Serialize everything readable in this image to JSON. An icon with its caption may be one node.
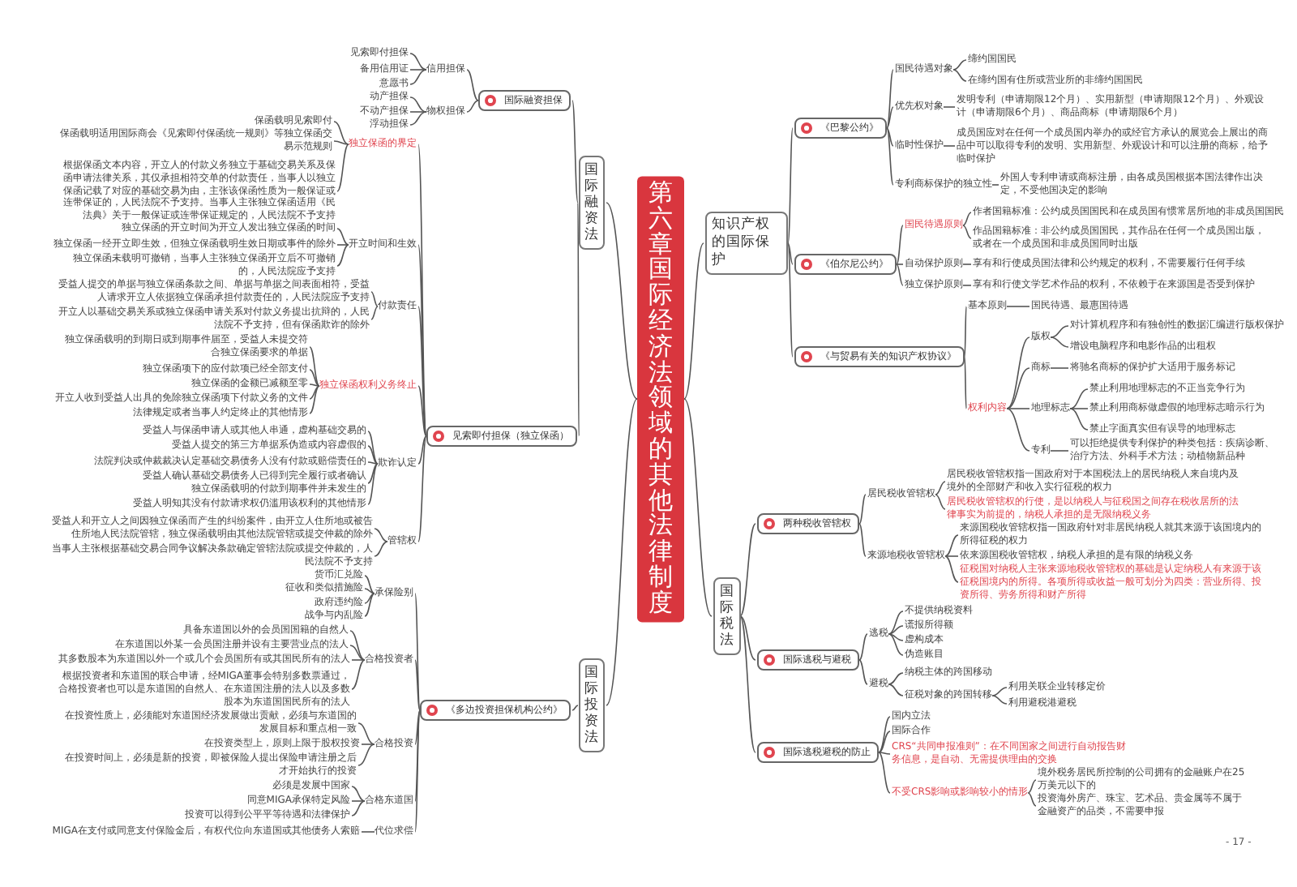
{
  "diagram": {
    "nodes": [
      {
        "text": [
          "第六章国际经济法领域的其他法律制度"
        ]
      },
      {
        "text": [
          "国际融资法"
        ]
      },
      {
        "text": [
          "国际融资担保"
        ]
      },
      {
        "text": [
          "信用担保"
        ]
      },
      {
        "text": [
          "见索即付担保"
        ]
      },
      {
        "text": [
          "备用信用证"
        ]
      },
      {
        "text": [
          "意愿书"
        ]
      },
      {
        "text": [
          "物权担保"
        ]
      },
      {
        "text": [
          "动产担保"
        ]
      },
      {
        "text": [
          "不动产担保"
        ]
      },
      {
        "text": [
          "浮动担保"
        ]
      },
      {
        "text": [
          "见索即付担保（独立保函）"
        ]
      },
      {
        "text": [
          "独立保函的界定"
        ]
      },
      {
        "text": [
          "保函载明见索即付"
        ]
      },
      {
        "text": [
          "保函载明适用国际商会《见索即付保函统一规则》等独立保函交易示范规则"
        ]
      },
      {
        "text": [
          "根据保函文本内容，开立人的付款义务独立于基础交易关系及保函申请法律关系，其仅承担相符交单的付款责任，当事人以独立保函记载了对应的基础交易为由，主张该保函性质为一般保证或连带保证的，人民法院不予支持。当事人主张独立保函适用《民法典》关于一般保证或连带保证规定的，人民法院不予支持"
        ]
      },
      {
        "text": [
          "开立时间和生效"
        ]
      },
      {
        "text": [
          "独立保函的开立时间为开立人发出独立保函的时间"
        ]
      },
      {
        "text": [
          "独立保函一经开立即生效，但独立保函载明生效日期或事件的除外"
        ]
      },
      {
        "text": [
          "独立保函未载明可撤销，当事人主张独立保函开立后不可撤销的，人民法院应予支持"
        ]
      },
      {
        "text": [
          "付款责任"
        ]
      },
      {
        "text": [
          "受益人提交的单据与独立保函条款之间、单据与单据之间表面相符，受益人请求开立人依据独立保函承担付款责任的，人民法院应予支持"
        ]
      },
      {
        "text": [
          "开立人以基础交易关系或独立保函申请关系对付款义务提出抗辩的，人民法院不予支持，但有保函欺诈的除外"
        ]
      },
      {
        "text": [
          "独立保函权利义务终止"
        ]
      },
      {
        "text": [
          "独立保函载明的到期日或到期事件届至，受益人未提交符合独立保函要求的单据"
        ]
      },
      {
        "text": [
          "独立保函项下的应付款项已经全部支付"
        ]
      },
      {
        "text": [
          "独立保函的金额已减额至零"
        ]
      },
      {
        "text": [
          "开立人收到受益人出具的免除独立保函项下付款义务的文件"
        ]
      },
      {
        "text": [
          "法律规定或者当事人约定终止的其他情形"
        ]
      },
      {
        "text": [
          "欺诈认定"
        ]
      },
      {
        "text": [
          "受益人与保函申请人或其他人串通，虚构基础交易的"
        ]
      },
      {
        "text": [
          "受益人提交的第三方单据系伪造或内容虚假的"
        ]
      },
      {
        "text": [
          "法院判决或仲裁裁决认定基础交易债务人没有付款或赔偿责任的"
        ]
      },
      {
        "text": [
          "受益人确认基础交易债务人已得到完全履行或者确认独立保函载明的付款到期事件并未发生的"
        ]
      },
      {
        "text": [
          "受益人明知其没有付款请求权仍滥用该权利的其他情形"
        ]
      },
      {
        "text": [
          "管辖权"
        ]
      },
      {
        "text": [
          "受益人和开立人之间因独立保函而产生的纠纷案件，由开立人住所地或被告住所地人民法院管辖，独立保函载明由其他法院管辖或提交仲裁的除外"
        ]
      },
      {
        "text": [
          "当事人主张根据基础交易合同争议解决条款确定管辖法院或提交仲裁的，人民法院不予支持"
        ]
      },
      {
        "text": [
          "国际投资法"
        ]
      },
      {
        "text": [
          "《多边投资担保机构公约》"
        ]
      },
      {
        "text": [
          "承保险别"
        ]
      },
      {
        "text": [
          "货币汇兑险"
        ]
      },
      {
        "text": [
          "征收和类似措施险"
        ]
      },
      {
        "text": [
          "政府违约险"
        ]
      },
      {
        "text": [
          "战争与内乱险"
        ]
      },
      {
        "text": [
          "合格投资者"
        ]
      },
      {
        "text": [
          "具备东道国以外的会员国国籍的自然人"
        ]
      },
      {
        "text": [
          "在东道国以外某一会员国注册并设有主要营业点的法人"
        ]
      },
      {
        "text": [
          "其多数股本为东道国以外一个或几个会员国所有或其国民所有的法人"
        ]
      },
      {
        "text": [
          "根据投资者和东道国的联合申请，经MIGA董事会特别多数票通过，合格投资者也可以是东道国的自然人、在东道国注册的法人以及多数股本为东道国国民所有的法人"
        ]
      },
      {
        "text": [
          "合格投资"
        ]
      },
      {
        "text": [
          "在投资性质上，必须能对东道国经济发展做出贡献，必须与东道国的发展目标和重点相一致"
        ]
      },
      {
        "text": [
          "在投资类型上，原则上限于股权投资"
        ]
      },
      {
        "text": [
          "在投资时间上，必须是新的投资，即被保险人提出保险申请注册之后才开始执行的投资"
        ]
      },
      {
        "text": [
          "合格东道国"
        ]
      },
      {
        "text": [
          "必须是发展中国家"
        ]
      },
      {
        "text": [
          "同意MIGA承保特定风险"
        ]
      },
      {
        "text": [
          "投资可以得到公平平等待遇和法律保护"
        ]
      },
      {
        "text": [
          "代位求偿"
        ]
      },
      {
        "text": [
          "MIGA在支付或同意支付保险金后，有权代位向东道国或其他债务人索赔"
        ]
      },
      {
        "text": [
          "知识产权的国际保护"
        ]
      },
      {
        "text": [
          "《巴黎公约》"
        ]
      },
      {
        "text": [
          "国民待遇对象"
        ]
      },
      {
        "text": [
          "缔约国国民"
        ]
      },
      {
        "text": [
          "在缔约国有住所或营业所的非缔约国国民"
        ]
      },
      {
        "text": [
          "优先权对象"
        ]
      },
      {
        "text": [
          "发明专利（申请期限12个月）、实用新型（申请期限12个月）、外观设计（申请期限6个月）、商品商标（申请期限6个月）"
        ]
      },
      {
        "text": [
          "临时性保护"
        ]
      },
      {
        "text": [
          "成员国应对在任何一个成员国内举办的或经官方承认的展览会上展出的商品中可以取得专利的发明、实用新型、外观设计和可以注册的商标，给予临时保护"
        ]
      },
      {
        "text": [
          "专利商标保护的独立性"
        ]
      },
      {
        "text": [
          "外国人专利申请或商标注册，由各成员国根据本国法律作出决定，不受他国决定的影响"
        ]
      },
      {
        "text": [
          "《伯尔尼公约》"
        ]
      },
      {
        "text": [
          "国民待遇原则"
        ]
      },
      {
        "text": [
          "作者国籍标准：公约成员国国民和在成员国有惯常居所地的非成员国国民"
        ]
      },
      {
        "text": [
          "作品国籍标准：非公约成员国国民，其作品在任何一个成员国出版，或者在一个成员国和非成员国同时出版"
        ]
      },
      {
        "text": [
          "自动保护原则"
        ]
      },
      {
        "text": [
          "享有和行使成员国法律和公约规定的权利，不需要履行任何手续"
        ]
      },
      {
        "text": [
          "独立保护原则"
        ]
      },
      {
        "text": [
          "享有和行使文学艺术作品的权利，不依赖于在来源国是否受到保护"
        ]
      },
      {
        "text": [
          "《与贸易有关的知识产权协议》"
        ]
      },
      {
        "text": [
          "基本原则"
        ]
      },
      {
        "text": [
          "国民待遇、最惠国待遇"
        ]
      },
      {
        "text": [
          "权利内容"
        ]
      },
      {
        "text": [
          "版权"
        ]
      },
      {
        "text": [
          "对计算机程序和有独创性的数据汇编进行版权保护"
        ]
      },
      {
        "text": [
          "增设电脑程序和电影作品的出租权"
        ]
      },
      {
        "text": [
          "商标"
        ]
      },
      {
        "text": [
          "将驰名商标的保护扩大适用于服务标记"
        ]
      },
      {
        "text": [
          "地理标志"
        ]
      },
      {
        "text": [
          "禁止利用地理标志的不正当竞争行为"
        ]
      },
      {
        "text": [
          "禁止利用商标做虚假的地理标志暗示行为"
        ]
      },
      {
        "text": [
          "禁止字面真实但有误导的地理标志"
        ]
      },
      {
        "text": [
          "专利"
        ]
      },
      {
        "text": [
          "可以拒绝提供专利保护的种类包括：疾病诊断、治疗方法、外科手术方法；动植物新品种"
        ]
      },
      {
        "text": [
          "国际税法"
        ]
      },
      {
        "text": [
          "两种税收管辖权"
        ]
      },
      {
        "text": [
          "居民税收管辖权"
        ]
      },
      {
        "text": [
          "居民税收管辖权指一国政府对于本国税法上的居民纳税人来自境内及境外的全部财产和收入实行征税的权力"
        ]
      },
      {
        "text": [
          "居民税收管辖权的行使，是以纳税人与征税国之间存在税收居所的法律事实为前提的，纳税人承担的是无限纳税义务"
        ]
      },
      {
        "text": [
          "来源地税收管辖权"
        ]
      },
      {
        "text": [
          "来源国税收管辖权指一国政府针对非居民纳税人就其来源于该国境内的所得征税的权力"
        ]
      },
      {
        "text": [
          "依来源国税收管辖权，纳税人承担的是有限的纳税义务"
        ]
      },
      {
        "text": [
          "征税国对纳税人主张来源地税收管辖权的基础是认定纳税人有来源于该征税国境内的所得。各项所得或收益一般可划分为四类：营业所得、投资所得、劳务所得和财产所得"
        ]
      },
      {
        "text": [
          "国际逃税与避税"
        ]
      },
      {
        "text": [
          "逃税"
        ]
      },
      {
        "text": [
          "不提供纳税资料"
        ]
      },
      {
        "text": [
          "谎报所得额"
        ]
      },
      {
        "text": [
          "虚构成本"
        ]
      },
      {
        "text": [
          "伪造账目"
        ]
      },
      {
        "text": [
          "避税"
        ]
      },
      {
        "text": [
          "纳税主体的跨国移动"
        ]
      },
      {
        "text": [
          "征税对象的跨国转移"
        ]
      },
      {
        "text": [
          "利用关联企业转移定价"
        ]
      },
      {
        "text": [
          "利用避税港避税"
        ]
      },
      {
        "text": [
          "国际逃税避税的防止"
        ]
      },
      {
        "text": [
          "国内立法"
        ]
      },
      {
        "text": [
          "国际合作"
        ]
      },
      {
        "text": [
          "CRS“共同申报准则”：在不同国家之间进行自动报告财务信息，是自动、无需提供理由的交换"
        ]
      },
      {
        "text": [
          "不受CRS影响或影响较小的情形"
        ]
      },
      {
        "text": [
          "境外税务居民所控制的公司拥有的金融账户在25万美元以下的"
        ]
      },
      {
        "text": [
          "投资海外房产、珠宝、艺术品、贵金属等不属于金融资产的品类，不需要申报"
        ]
      }
    ],
    "edges": [
      {
        "from": 0,
        "to": 1,
        "arrow": "none"
      },
      {
        "from": 1,
        "to": 2,
        "arrow": "none"
      },
      {
        "from": 2,
        "to": 3,
        "arrow": "none"
      },
      {
        "from": 3,
        "to": 4,
        "arrow": "none"
      },
      {
        "from": 3,
        "to": 5,
        "arrow": "none"
      },
      {
        "from": 3,
        "to": 6,
        "arrow": "none"
      },
      {
        "from": 2,
        "to": 7,
        "arrow": "none"
      },
      {
        "from": 7,
        "to": 8,
        "arrow": "none"
      },
      {
        "from": 7,
        "to": 9,
        "arrow": "none"
      },
      {
        "from": 7,
        "to": 10,
        "arrow": "none"
      },
      {
        "from": 1,
        "to": 11,
        "arrow": "none"
      },
      {
        "from": 11,
        "to": 12,
        "arrow": "none"
      },
      {
        "from": 12,
        "to": 13,
        "arrow": "none"
      },
      {
        "from": 12,
        "to": 14,
        "arrow": "none"
      },
      {
        "from": 12,
        "to": 15,
        "arrow": "none"
      },
      {
        "from": 11,
        "to": 16,
        "arrow": "none"
      },
      {
        "from": 16,
        "to": 17,
        "arrow": "none"
      },
      {
        "from": 16,
        "to": 18,
        "arrow": "none"
      },
      {
        "from": 16,
        "to": 19,
        "arrow": "none"
      },
      {
        "from": 11,
        "to": 20,
        "arrow": "none"
      },
      {
        "from": 20,
        "to": 21,
        "arrow": "none"
      },
      {
        "from": 20,
        "to": 22,
        "arrow": "none"
      },
      {
        "from": 11,
        "to": 23,
        "arrow": "none"
      },
      {
        "from": 23,
        "to": 24,
        "arrow": "none"
      },
      {
        "from": 23,
        "to": 25,
        "arrow": "none"
      },
      {
        "from": 23,
        "to": 26,
        "arrow": "none"
      },
      {
        "from": 23,
        "to": 27,
        "arrow": "none"
      },
      {
        "from": 23,
        "to": 28,
        "arrow": "none"
      },
      {
        "from": 11,
        "to": 29,
        "arrow": "none"
      },
      {
        "from": 29,
        "to": 30,
        "arrow": "none"
      },
      {
        "from": 29,
        "to": 31,
        "arrow": "none"
      },
      {
        "from": 29,
        "to": 32,
        "arrow": "none"
      },
      {
        "from": 29,
        "to": 33,
        "arrow": "none"
      },
      {
        "from": 29,
        "to": 34,
        "arrow": "none"
      },
      {
        "from": 11,
        "to": 35,
        "arrow": "none"
      },
      {
        "from": 35,
        "to": 36,
        "arrow": "none"
      },
      {
        "from": 35,
        "to": 37,
        "arrow": "none"
      },
      {
        "from": 0,
        "to": 38,
        "arrow": "none"
      },
      {
        "from": 38,
        "to": 39,
        "arrow": "none"
      },
      {
        "from": 39,
        "to": 40,
        "arrow": "none"
      },
      {
        "from": 40,
        "to": 41,
        "arrow": "none"
      },
      {
        "from": 40,
        "to": 42,
        "arrow": "none"
      },
      {
        "from": 40,
        "to": 43,
        "arrow": "none"
      },
      {
        "from": 40,
        "to": 44,
        "arrow": "none"
      },
      {
        "from": 39,
        "to": 45,
        "arrow": "none"
      },
      {
        "from": 45,
        "to": 46,
        "arrow": "none"
      },
      {
        "from": 45,
        "to": 47,
        "arrow": "none"
      },
      {
        "from": 45,
        "to": 48,
        "arrow": "none"
      },
      {
        "from": 45,
        "to": 49,
        "arrow": "none"
      },
      {
        "from": 39,
        "to": 50,
        "arrow": "none"
      },
      {
        "from": 50,
        "to": 51,
        "arrow": "none"
      },
      {
        "from": 50,
        "to": 52,
        "arrow": "none"
      },
      {
        "from": 50,
        "to": 53,
        "arrow": "none"
      },
      {
        "from": 39,
        "to": 54,
        "arrow": "none"
      },
      {
        "from": 54,
        "to": 55,
        "arrow": "none"
      },
      {
        "from": 54,
        "to": 56,
        "arrow": "none"
      },
      {
        "from": 54,
        "to": 57,
        "arrow": "none"
      },
      {
        "from": 39,
        "to": 58,
        "arrow": "none"
      },
      {
        "from": 58,
        "to": 59,
        "arrow": "none"
      },
      {
        "from": 0,
        "to": 60,
        "arrow": "none"
      },
      {
        "from": 60,
        "to": 61,
        "arrow": "none"
      },
      {
        "from": 61,
        "to": 62,
        "arrow": "none"
      },
      {
        "from": 62,
        "to": 63,
        "arrow": "none"
      },
      {
        "from": 62,
        "to": 64,
        "arrow": "none"
      },
      {
        "from": 61,
        "to": 65,
        "arrow": "none"
      },
      {
        "from": 65,
        "to": 66,
        "arrow": "none"
      },
      {
        "from": 61,
        "to": 67,
        "arrow": "none"
      },
      {
        "from": 67,
        "to": 68,
        "arrow": "none"
      },
      {
        "from": 61,
        "to": 69,
        "arrow": "none"
      },
      {
        "from": 69,
        "to": 70,
        "arrow": "none"
      },
      {
        "from": 60,
        "to": 71,
        "arrow": "none"
      },
      {
        "from": 71,
        "to": 72,
        "arrow": "none"
      },
      {
        "from": 72,
        "to": 73,
        "arrow": "none"
      },
      {
        "from": 72,
        "to": 74,
        "arrow": "none"
      },
      {
        "from": 71,
        "to": 75,
        "arrow": "none"
      },
      {
        "from": 75,
        "to": 76,
        "arrow": "none"
      },
      {
        "from": 71,
        "to": 77,
        "arrow": "none"
      },
      {
        "from": 77,
        "to": 78,
        "arrow": "none"
      },
      {
        "from": 60,
        "to": 79,
        "arrow": "none"
      },
      {
        "from": 79,
        "to": 80,
        "arrow": "none"
      },
      {
        "from": 80,
        "to": 81,
        "arrow": "none"
      },
      {
        "from": 79,
        "to": 82,
        "arrow": "none"
      },
      {
        "from": 82,
        "to": 83,
        "arrow": "none"
      },
      {
        "from": 83,
        "to": 84,
        "arrow": "none"
      },
      {
        "from": 83,
        "to": 85,
        "arrow": "none"
      },
      {
        "from": 82,
        "to": 86,
        "arrow": "none"
      },
      {
        "from": 86,
        "to": 87,
        "arrow": "none"
      },
      {
        "from": 82,
        "to": 88,
        "arrow": "none"
      },
      {
        "from": 88,
        "to": 89,
        "arrow": "none"
      },
      {
        "from": 88,
        "to": 90,
        "arrow": "none"
      },
      {
        "from": 88,
        "to": 91,
        "arrow": "none"
      },
      {
        "from": 82,
        "to": 92,
        "arrow": "none"
      },
      {
        "from": 92,
        "to": 93,
        "arrow": "none"
      },
      {
        "from": 0,
        "to": 94,
        "arrow": "none"
      },
      {
        "from": 94,
        "to": 95,
        "arrow": "none"
      },
      {
        "from": 95,
        "to": 96,
        "arrow": "none"
      },
      {
        "from": 96,
        "to": 97,
        "arrow": "none"
      },
      {
        "from": 96,
        "to": 98,
        "arrow": "none"
      },
      {
        "from": 95,
        "to": 99,
        "arrow": "none"
      },
      {
        "from": 99,
        "to": 100,
        "arrow": "none"
      },
      {
        "from": 99,
        "to": 101,
        "arrow": "none"
      },
      {
        "from": 99,
        "to": 102,
        "arrow": "none"
      },
      {
        "from": 94,
        "to": 103,
        "arrow": "none"
      },
      {
        "from": 103,
        "to": 104,
        "arrow": "none"
      },
      {
        "from": 104,
        "to": 105,
        "arrow": "none"
      },
      {
        "from": 104,
        "to": 106,
        "arrow": "none"
      },
      {
        "from": 104,
        "to": 107,
        "arrow": "none"
      },
      {
        "from": 104,
        "to": 108,
        "arrow": "none"
      },
      {
        "from": 103,
        "to": 109,
        "arrow": "none"
      },
      {
        "from": 109,
        "to": 110,
        "arrow": "none"
      },
      {
        "from": 109,
        "to": 111,
        "arrow": "none"
      },
      {
        "from": 111,
        "to": 112,
        "arrow": "none"
      },
      {
        "from": 111,
        "to": 113,
        "arrow": "none"
      },
      {
        "from": 94,
        "to": 114,
        "arrow": "none"
      },
      {
        "from": 114,
        "to": 115,
        "arrow": "none"
      },
      {
        "from": 114,
        "to": 116,
        "arrow": "none"
      },
      {
        "from": 114,
        "to": 117,
        "arrow": "none"
      },
      {
        "from": 114,
        "to": 118,
        "arrow": "none"
      },
      {
        "from": 118,
        "to": 119,
        "arrow": "none"
      },
      {
        "from": 118,
        "to": 120,
        "arrow": "none"
      }
    ],
    "labels": [
      "- 17 -"
    ]
  }
}
